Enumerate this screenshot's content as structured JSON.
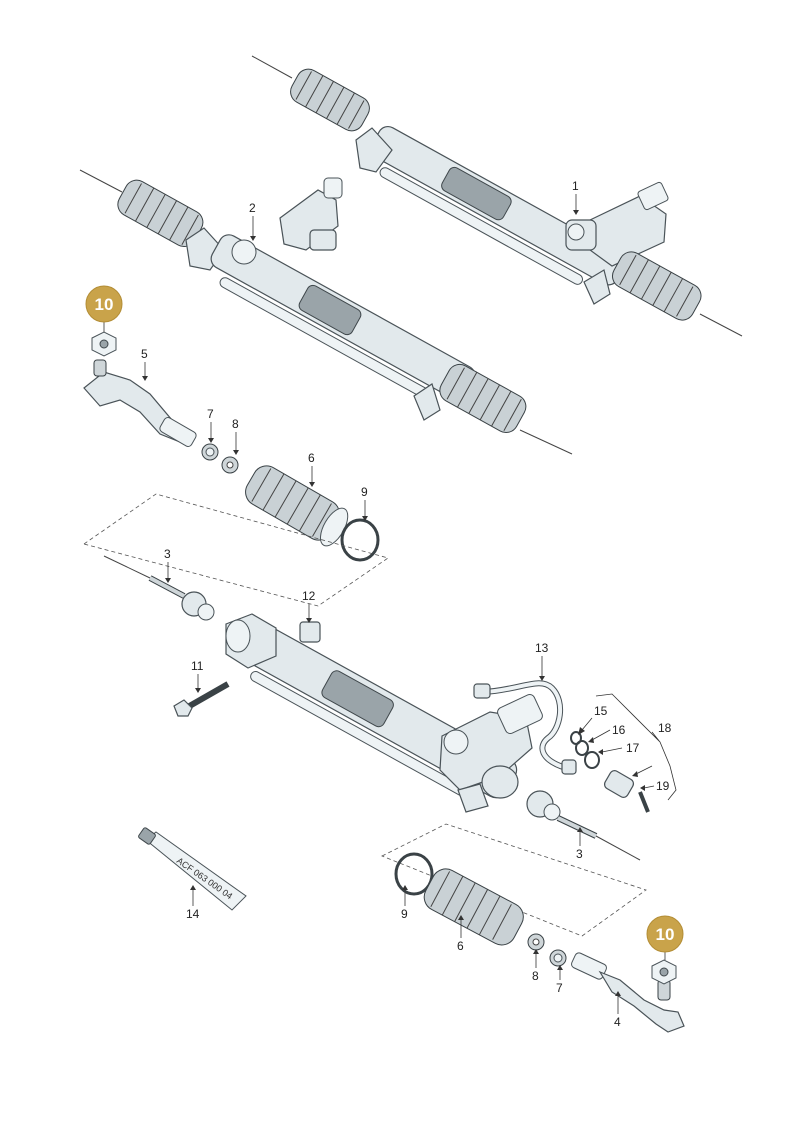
{
  "callouts": {
    "c1": "1",
    "c2": "2",
    "c3a": "3",
    "c3b": "3",
    "c4": "4",
    "c5": "5",
    "c6a": "6",
    "c6b": "6",
    "c7a": "7",
    "c7b": "7",
    "c8a": "8",
    "c8b": "8",
    "c9a": "9",
    "c9b": "9",
    "c11": "11",
    "c12": "12",
    "c13": "13",
    "c14": "14",
    "c15": "15",
    "c16": "16",
    "c17": "17",
    "c18": "18",
    "c19": "19"
  },
  "badges": {
    "b10a": "10",
    "b10b": "10"
  },
  "tube_text": "ACF 063 000 04",
  "colors": {
    "badge": "#c9a34a",
    "line": "#333333",
    "housing": "#e2e9ec"
  }
}
